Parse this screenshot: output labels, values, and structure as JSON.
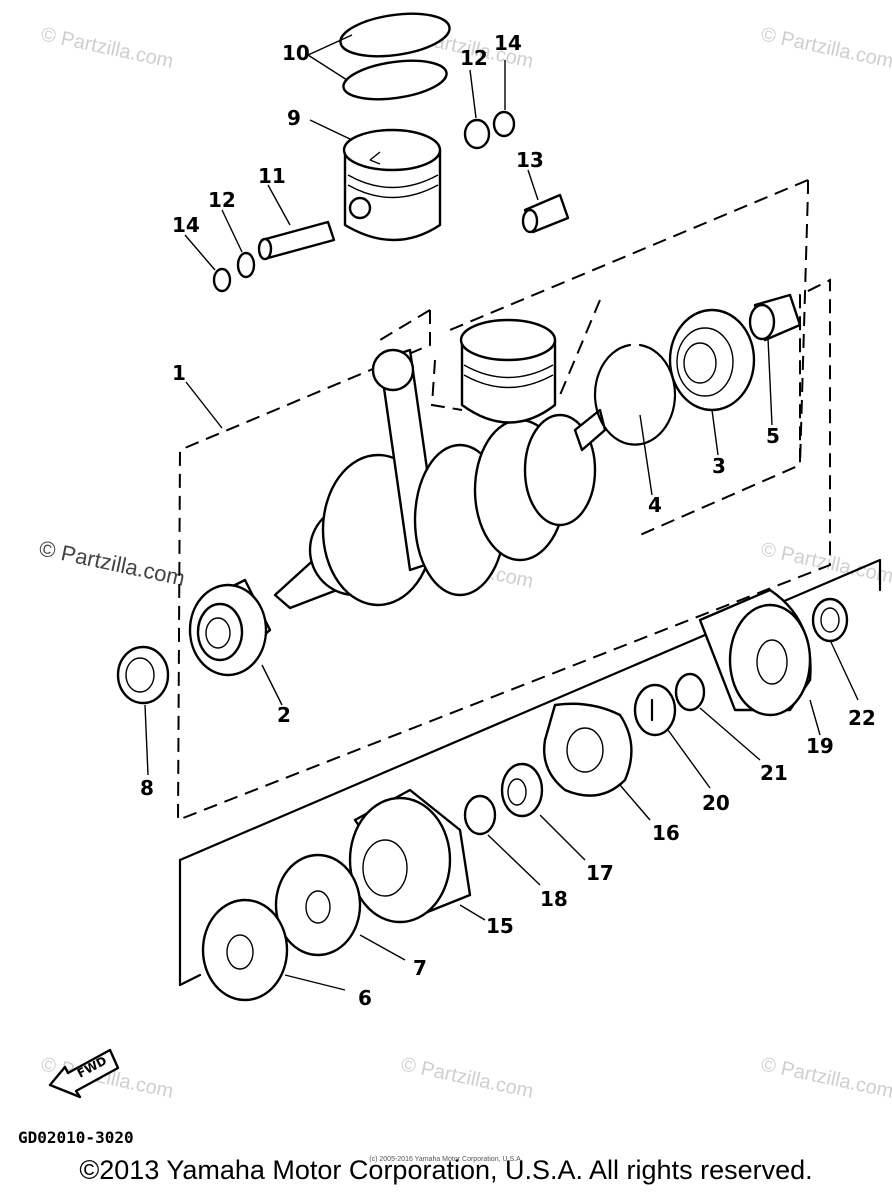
{
  "diagram": {
    "callouts": [
      "1",
      "2",
      "3",
      "4",
      "5",
      "6",
      "7",
      "8",
      "9",
      "10",
      "11",
      "12",
      "12",
      "13",
      "14",
      "14",
      "15",
      "16",
      "17",
      "18",
      "19",
      "20",
      "21",
      "22"
    ],
    "fwd_label": "FWD",
    "figure_code": "GD02010-3020",
    "watermark": "© Partzilla.com"
  },
  "footer": {
    "copyright": "©2013 Yamaha Motor Corporation, U.S.A. All rights reserved.",
    "small_copyright": "(c) 2005-2016 Yamaha Motor Corporation, U.S.A."
  }
}
